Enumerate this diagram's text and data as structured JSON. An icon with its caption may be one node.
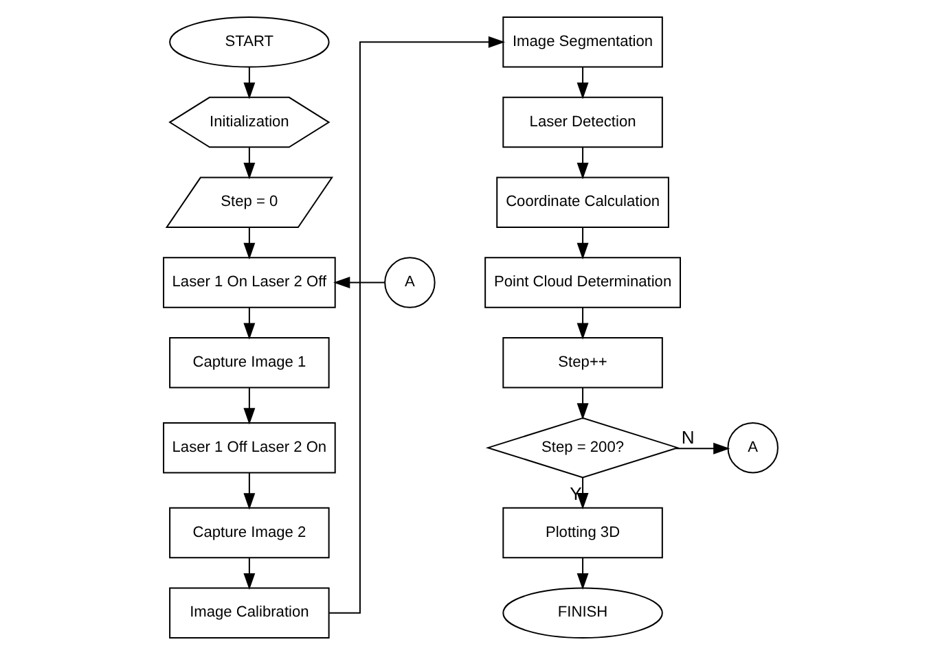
{
  "diagram": {
    "nodes": [
      {
        "text": [
          "START"
        ]
      },
      {
        "text": [
          "Initialization"
        ]
      },
      {
        "text": [
          "Step = 0"
        ]
      },
      {
        "text": [
          "A"
        ]
      },
      {
        "text": [
          "Laser 1 On Laser 2 Off"
        ]
      },
      {
        "text": [
          "Capture Image 1"
        ]
      },
      {
        "text": [
          "Laser 1 Off Laser 2 On"
        ]
      },
      {
        "text": [
          "Capture Image 2"
        ]
      },
      {
        "text": [
          "Image Calibration"
        ]
      },
      {
        "text": [
          "Image Segmentation"
        ]
      },
      {
        "text": [
          "Laser Detection"
        ]
      },
      {
        "text": [
          "Coordinate Calculation"
        ]
      },
      {
        "text": [
          "Point Cloud Determination"
        ]
      },
      {
        "text": [
          "Step++"
        ]
      },
      {
        "text": [
          "Step = 200?"
        ]
      },
      {
        "text": [
          "A"
        ]
      },
      {
        "text": [
          "Plotting 3D"
        ]
      },
      {
        "text": [
          "FINISH"
        ]
      }
    ],
    "edges": [
      {
        "from": 0,
        "to": 1,
        "arrow": "to"
      },
      {
        "from": 1,
        "to": 2,
        "arrow": "to"
      },
      {
        "from": 2,
        "to": 4,
        "arrow": "to"
      },
      {
        "from": 3,
        "to": 4,
        "arrow": "to"
      },
      {
        "from": 4,
        "to": 5,
        "arrow": "to"
      },
      {
        "from": 5,
        "to": 6,
        "arrow": "to"
      },
      {
        "from": 6,
        "to": 7,
        "arrow": "to"
      },
      {
        "from": 7,
        "to": 8,
        "arrow": "to"
      },
      {
        "from": 8,
        "to": 9,
        "arrow": "to"
      },
      {
        "from": 9,
        "to": 10,
        "arrow": "to"
      },
      {
        "from": 10,
        "to": 11,
        "arrow": "to"
      },
      {
        "from": 11,
        "to": 12,
        "arrow": "to"
      },
      {
        "from": 12,
        "to": 13,
        "arrow": "to"
      },
      {
        "from": 13,
        "to": 14,
        "arrow": "to"
      },
      {
        "from": 14,
        "to": 15,
        "arrow": "to",
        "label": "N"
      },
      {
        "from": 14,
        "to": 16,
        "arrow": "to",
        "label": "Y"
      },
      {
        "from": 16,
        "to": 17,
        "arrow": "to"
      }
    ]
  }
}
